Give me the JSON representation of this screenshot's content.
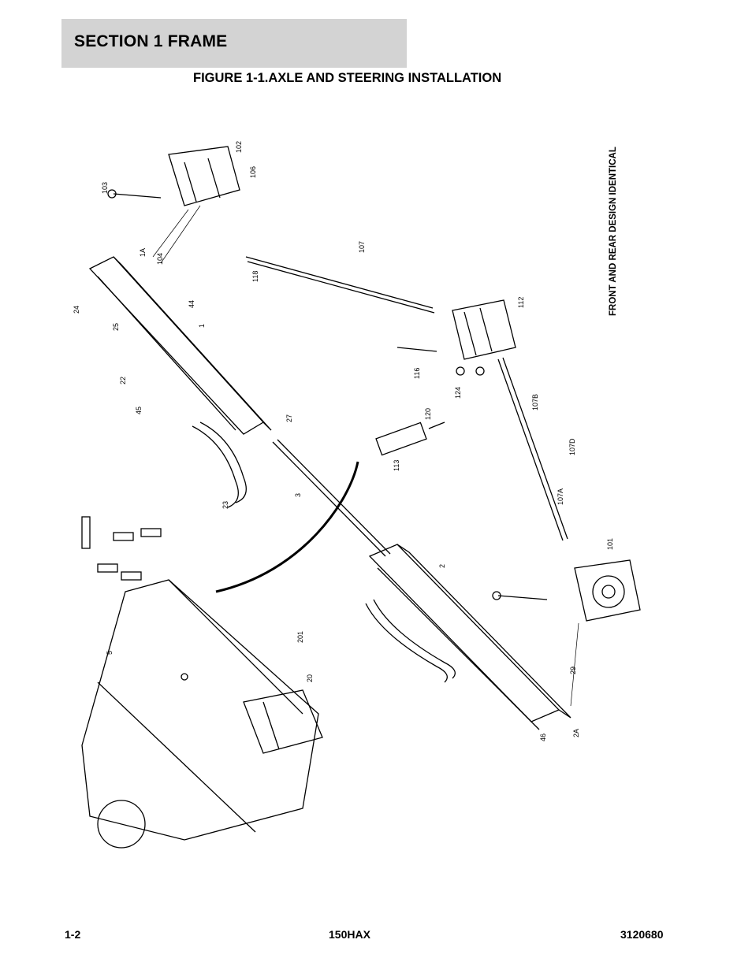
{
  "header": {
    "section_title": "SECTION 1  FRAME"
  },
  "figure": {
    "title": "FIGURE 1-1.AXLE AND STEERING INSTALLATION"
  },
  "side_note": "FRONT AND REAR DESIGN IDENTICAL",
  "callouts": {
    "c1": "1",
    "c1a": "1A",
    "c2": "2",
    "c2a": "2A",
    "c3": "3",
    "c5": "5",
    "c20": "20",
    "c22": "22",
    "c23": "23",
    "c24": "24",
    "c25": "25",
    "c27": "27",
    "c29": "29",
    "c44": "44",
    "c45": "45",
    "c46": "46",
    "c101": "101",
    "c102": "102",
    "c103": "103",
    "c104": "104",
    "c106": "106",
    "c107": "107",
    "c107a": "107A",
    "c107b": "107B",
    "c107d": "107D",
    "c112": "112",
    "c113": "113",
    "c116": "116",
    "c118": "118",
    "c120": "120",
    "c124": "124",
    "c201": "201"
  },
  "footer": {
    "page": "1-2",
    "model": "150HAX",
    "doc_number": "3120680"
  }
}
